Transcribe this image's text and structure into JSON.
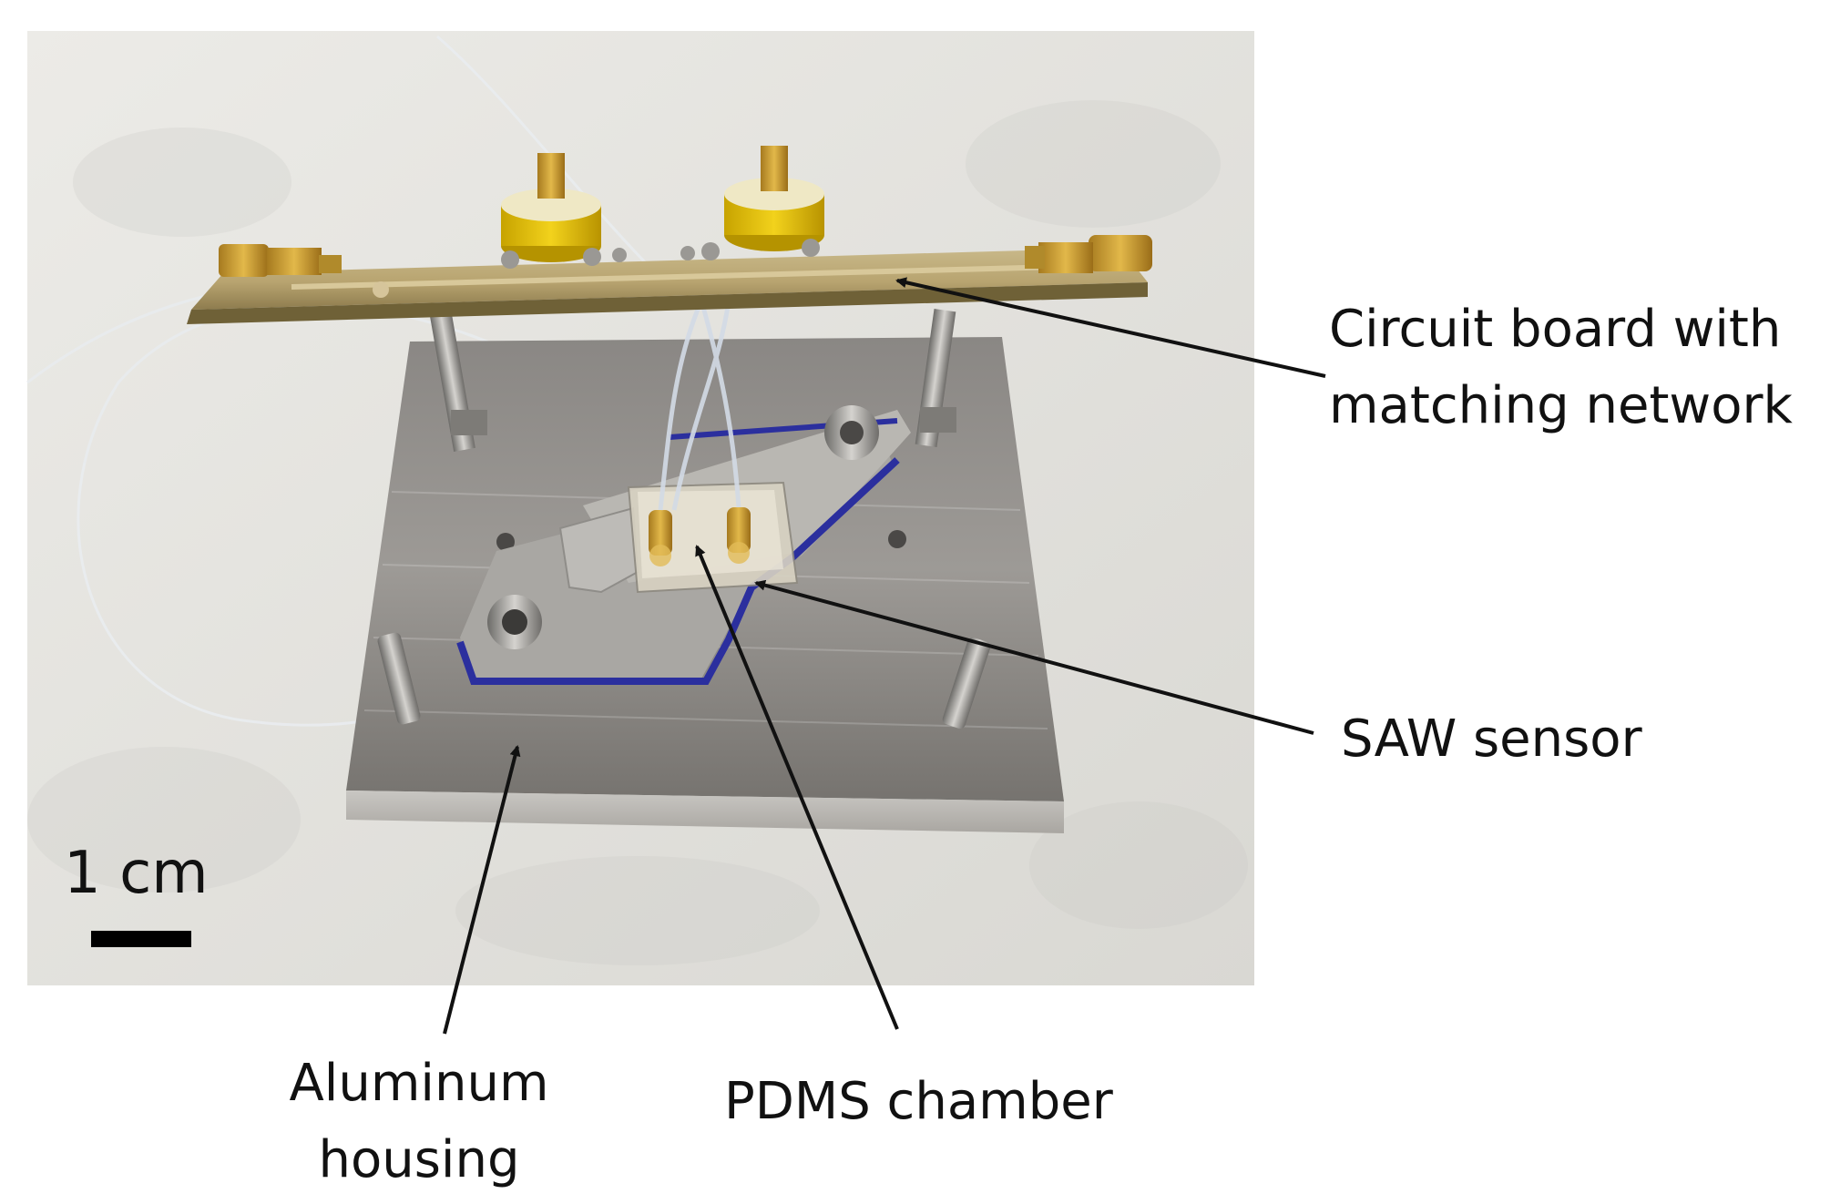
{
  "figure": {
    "labels": {
      "circuit_board_line1": "Circuit board with",
      "circuit_board_line2": "matching network",
      "saw_sensor": "SAW sensor",
      "aluminum_housing_line1": "Aluminum",
      "aluminum_housing_line2": "housing",
      "pdms_chamber": "PDMS chamber"
    },
    "scale_bar": {
      "label": "1 cm"
    }
  }
}
